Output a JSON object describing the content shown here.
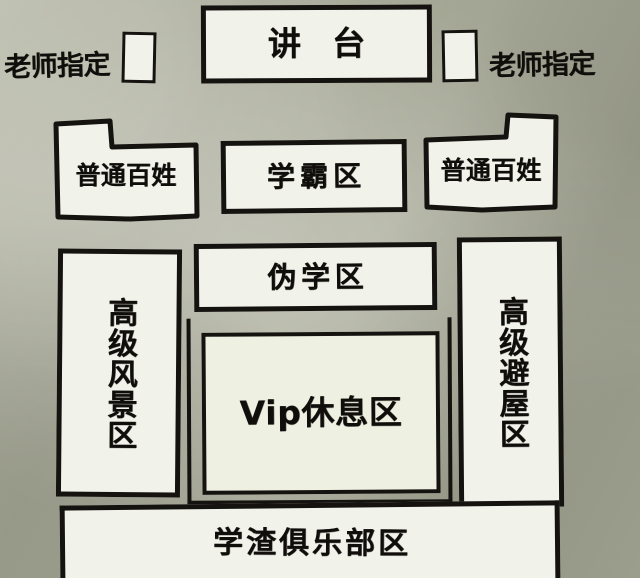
{
  "image": {
    "kind": "hand-drawn-classroom-seating-chart",
    "paper_color": "#a9ab99",
    "ink_color": "#100e0b",
    "region_fill": "#f1f2ea"
  },
  "rows": {
    "front": {
      "teacher_label_left": "老师指定",
      "teacher_label_right": "老师指定",
      "teacher_box_left": "",
      "teacher_box_right": "",
      "podium": "讲 台"
    },
    "second": {
      "commoner_left": "普通百姓",
      "top_student": "学霸区",
      "commoner_right": "普通百姓"
    },
    "middle": {
      "scenic_left": "高级风景区",
      "fake_study": "伪学区",
      "vip_lounge": "Vip休息区",
      "shelter_right": "高级避屋区"
    },
    "back": {
      "slacker_club": "学渣俱乐部区"
    }
  }
}
